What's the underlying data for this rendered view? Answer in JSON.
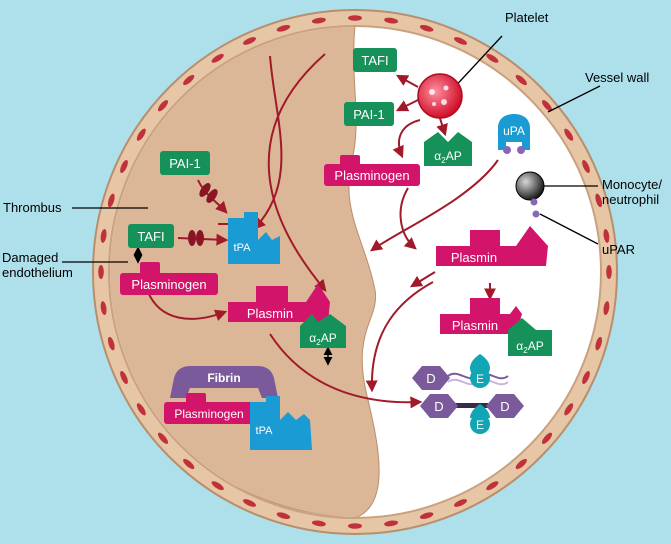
{
  "callouts": {
    "platelet": "Platelet",
    "vessel_wall": "Vessel wall",
    "thrombus": "Thrombus",
    "damaged_endothelium_line1": "Damaged",
    "damaged_endothelium_line2": "endothelium",
    "monocyte_line1": "Monocyte/",
    "monocyte_line2": "neutrophil",
    "upar": "uPAR"
  },
  "molecules": {
    "tafi": "TAFI",
    "pai1": "PAI-1",
    "plasminogen": "Plasminogen",
    "plasmin": "Plasmin",
    "tpa": "tPA",
    "upa": "uPA",
    "fibrin": "Fibrin",
    "alpha": "α",
    "two": "2",
    "ap": "AP",
    "d": "D",
    "e": "E"
  },
  "colors": {
    "background": "#aee0ec",
    "vessel_wall": "#e7c6a6",
    "thrombus": "#dbb797",
    "lumen": "#ffffff",
    "green": "#17915a",
    "magenta": "#d3146b",
    "blue": "#1a9bd3",
    "purple": "#7b5a9b",
    "teal": "#12a5b4",
    "arrow": "#a11a2a",
    "endothelial_cell": "#c0323a"
  }
}
